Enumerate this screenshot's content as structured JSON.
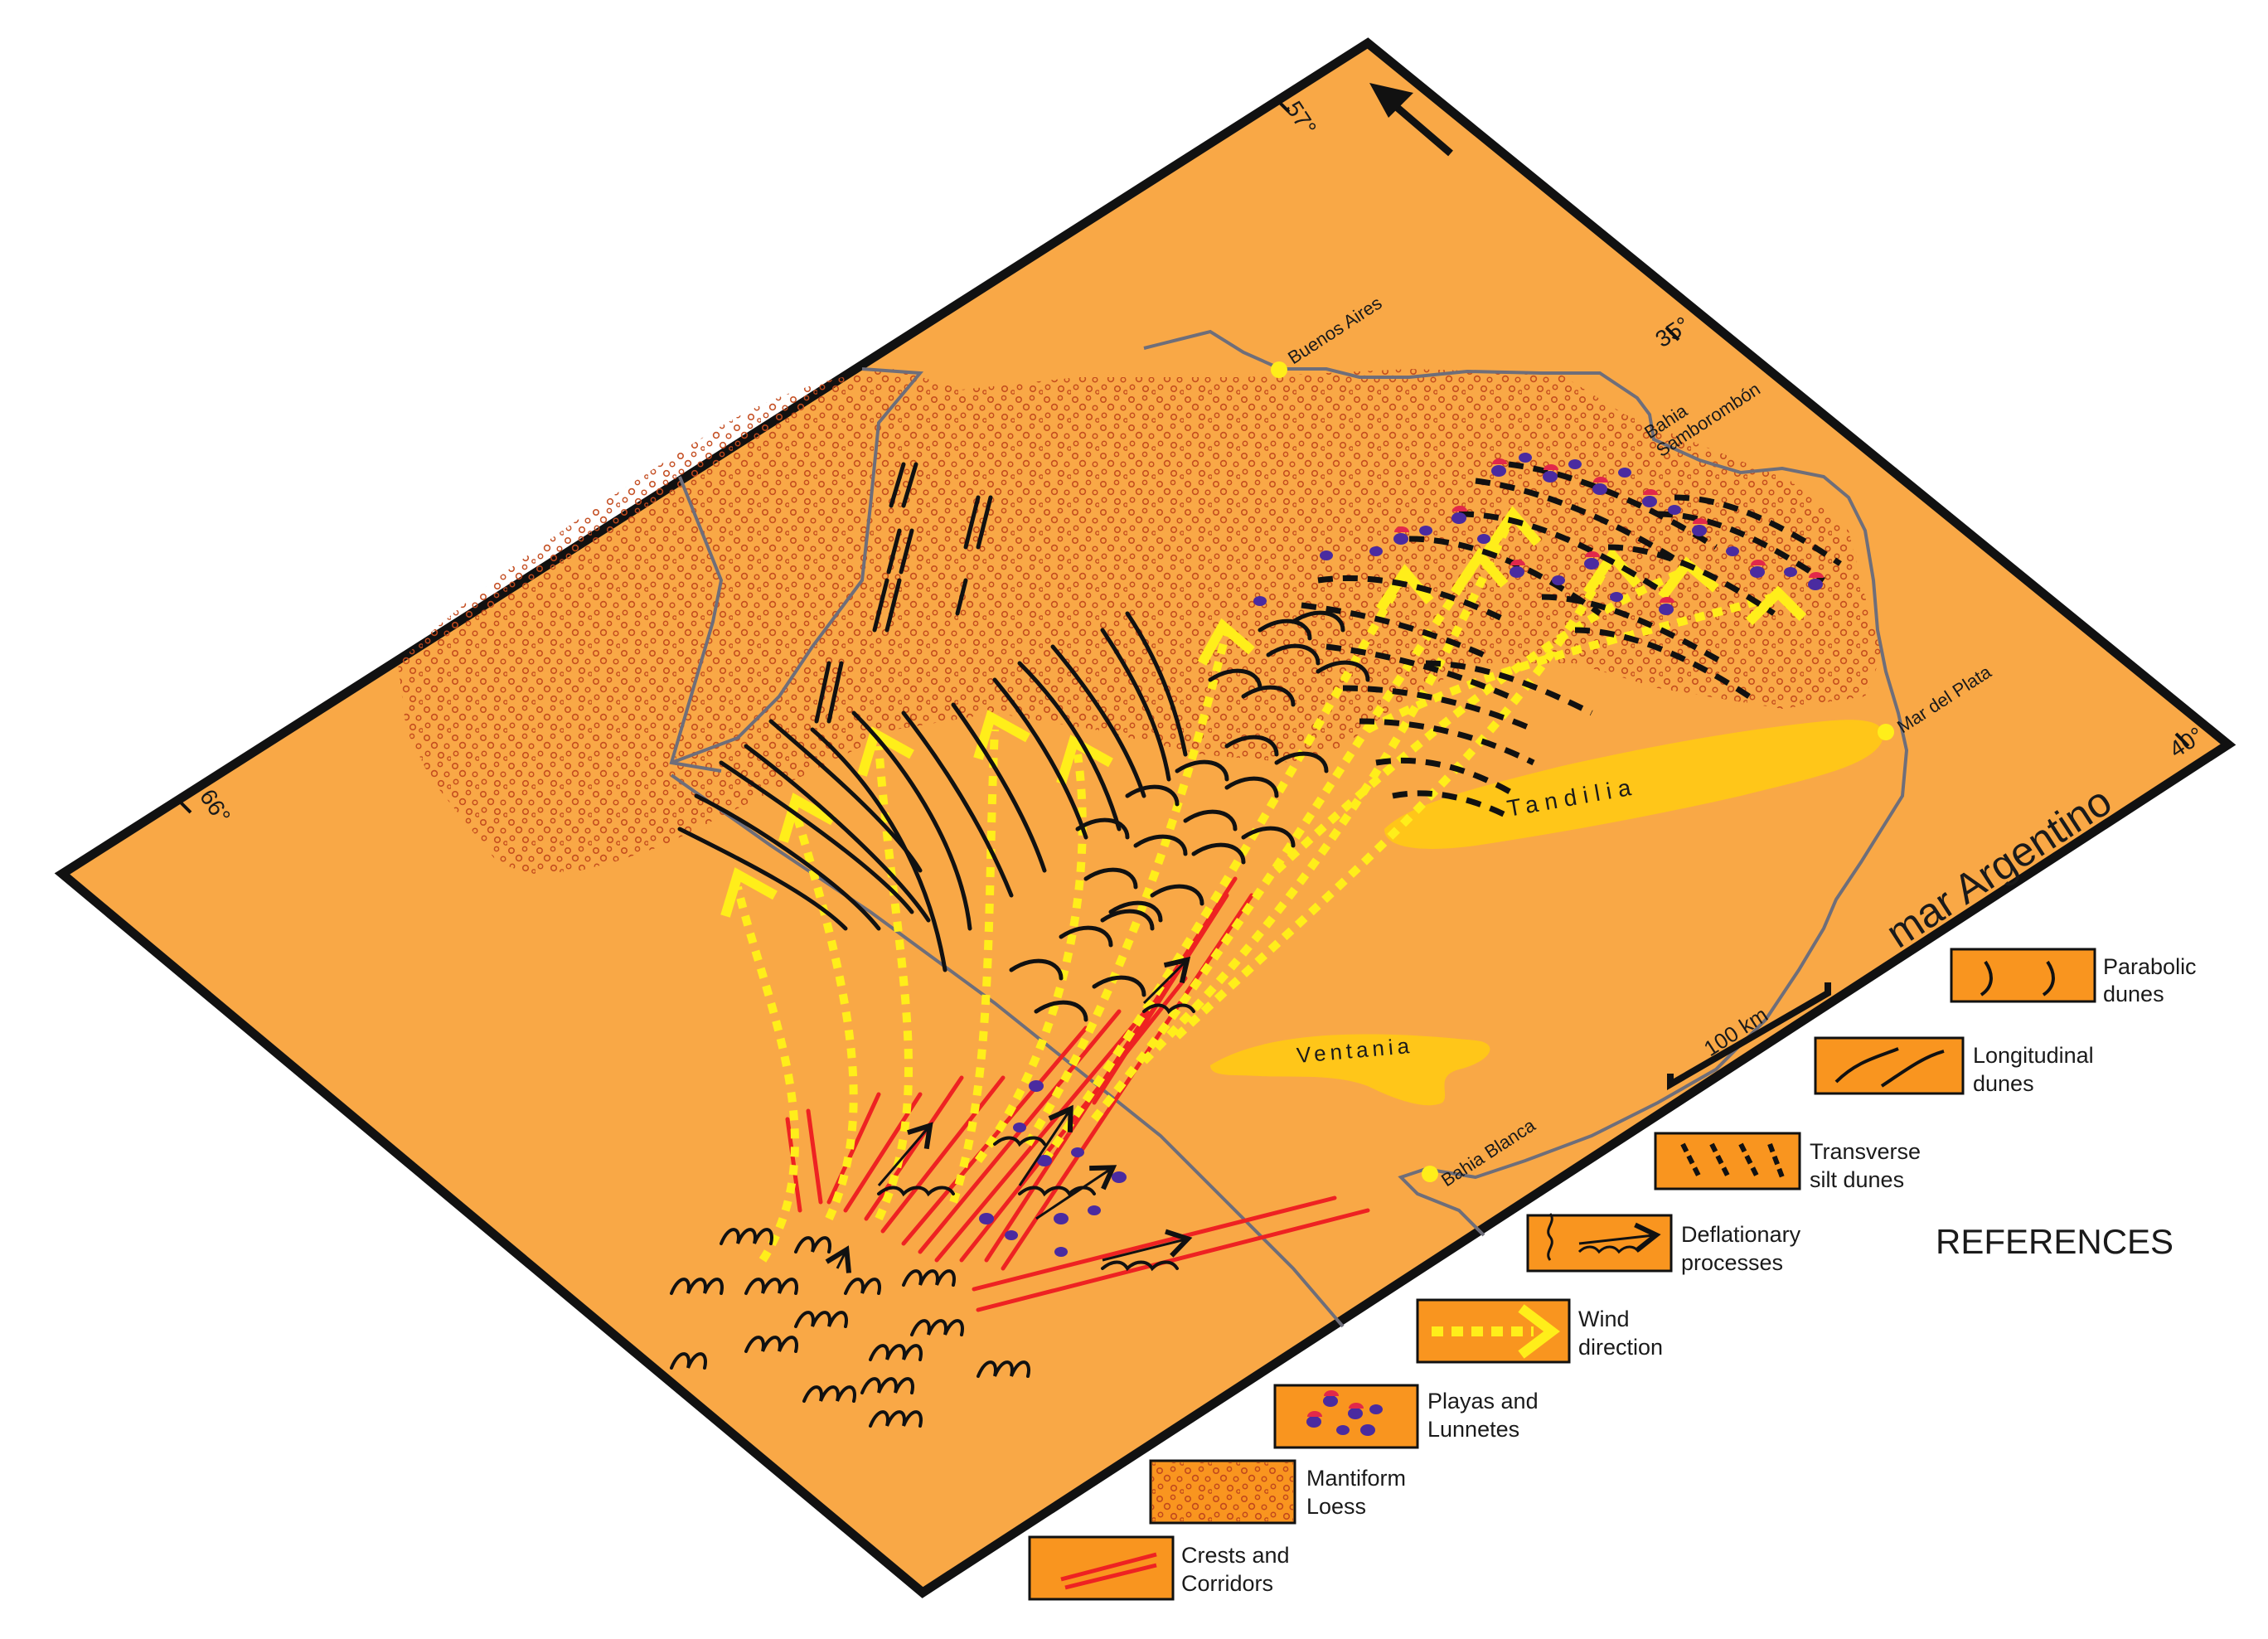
{
  "map": {
    "coordinates": {
      "lon_66": "66°",
      "lon_57": "57°",
      "lat_35": "35°",
      "lat_40": "40°"
    },
    "places": {
      "buenos_aires": "Buenos Aires",
      "bahia_samborombon": "Bahia Samborombón",
      "mar_del_plata": "Mar del Plata",
      "bahia_blanca": "Bahia Blanca"
    },
    "ranges": {
      "tandilia": "Tandilia",
      "ventania": "Ventania"
    },
    "sea": "mar Argentino",
    "scale": "100 km",
    "north_arrow": "north-arrow-icon"
  },
  "legend": {
    "title": "REFERENCES",
    "items": [
      {
        "key": "parabolic",
        "line1": "Parabolic",
        "line2": "dunes"
      },
      {
        "key": "longitudinal",
        "line1": "Longitudinal",
        "line2": "dunes"
      },
      {
        "key": "transverse",
        "line1": "Transverse",
        "line2": "silt dunes"
      },
      {
        "key": "deflation",
        "line1": "Deflationary",
        "line2": "processes"
      },
      {
        "key": "wind",
        "line1": "Wind",
        "line2": "direction"
      },
      {
        "key": "playas",
        "line1": "Playas and",
        "line2": "Lunnetes"
      },
      {
        "key": "loess",
        "line1": "Mantiform",
        "line2": "Loess"
      },
      {
        "key": "crests",
        "line1": "Crests and",
        "line2": "Corridors"
      }
    ]
  },
  "colors": {
    "land": "#f9a846",
    "frame": "#111111",
    "wind": "#ffee1a",
    "sierra": "#ffc619",
    "crest": "#ee2222",
    "loess": "#c2491c",
    "playa": "#4a2ba0",
    "boundary": "#6e6e7a",
    "legend_box": "#f9951f"
  }
}
